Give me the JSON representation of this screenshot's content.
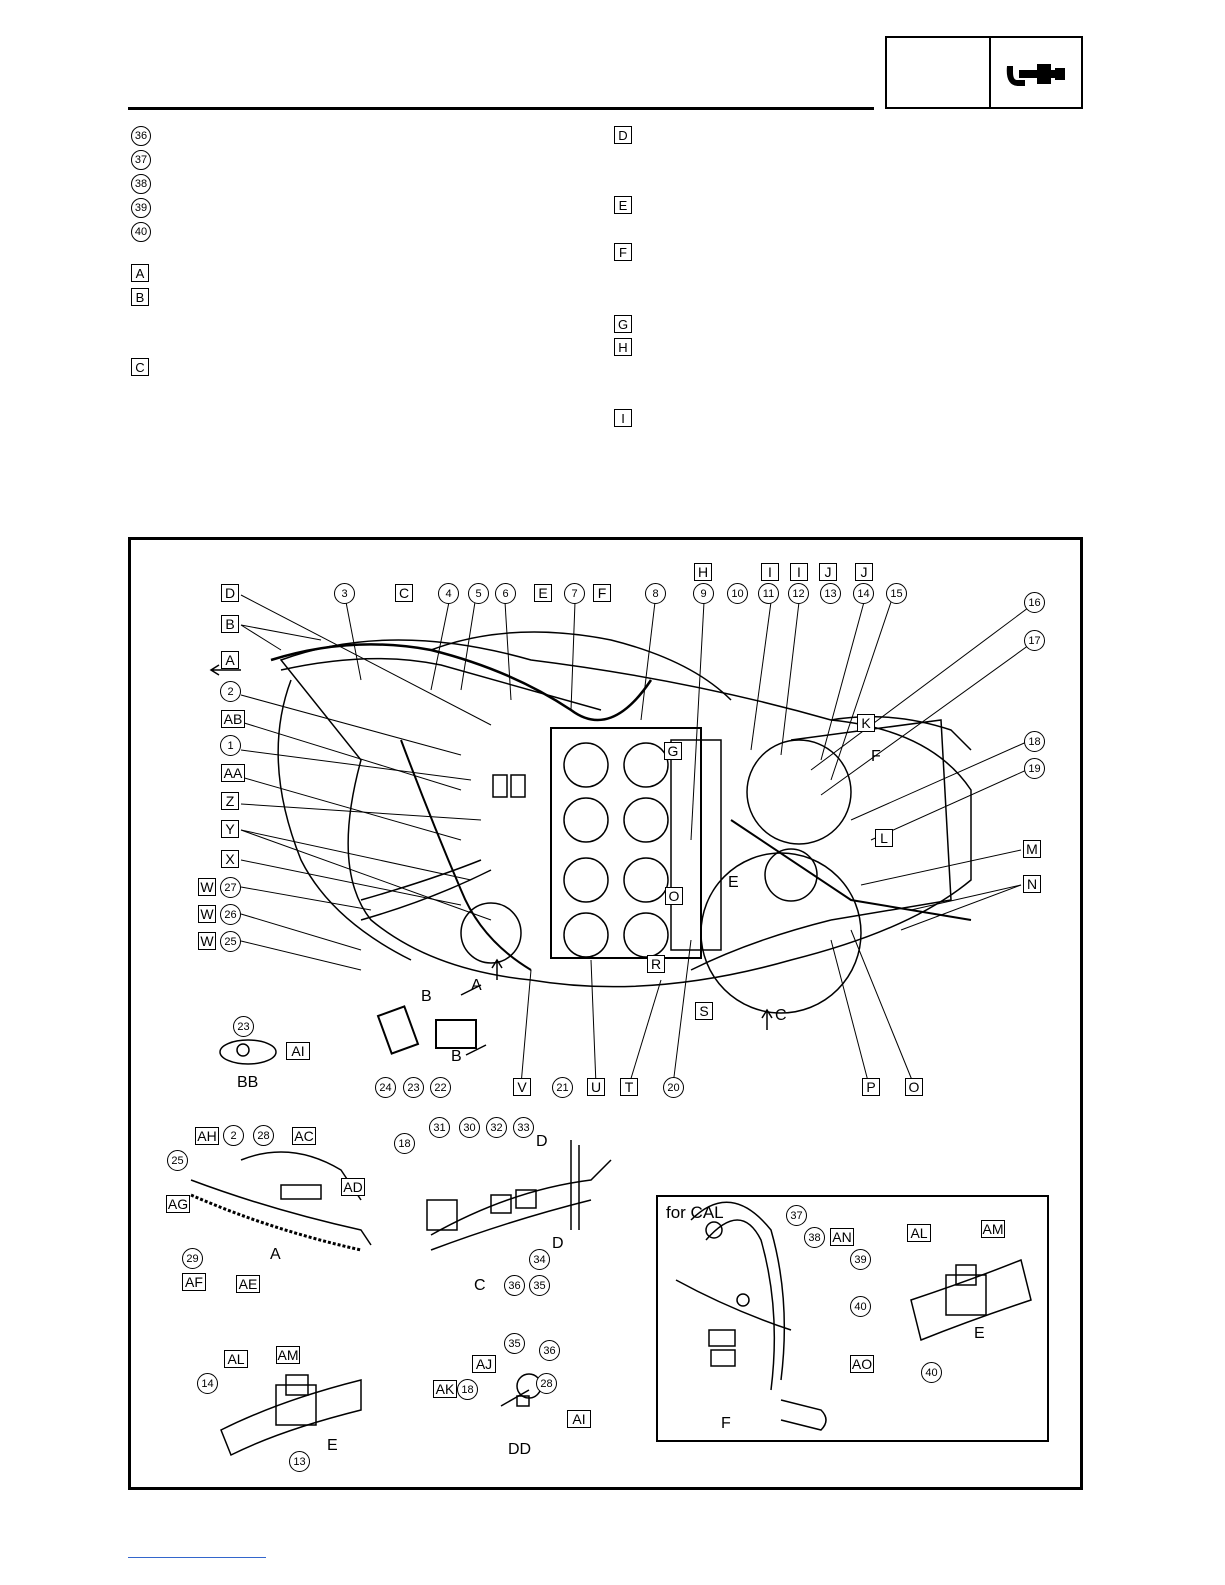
{
  "page": {
    "legend_left": [
      "36",
      "37",
      "38",
      "39",
      "40"
    ],
    "legend_left_boxes": [
      "A",
      "B",
      "C"
    ],
    "legend_right_boxes": [
      "D",
      "E",
      "F",
      "G",
      "H",
      "I"
    ]
  },
  "figure": {
    "box_labels_top": [
      "H",
      "I",
      "I",
      "J",
      "J"
    ],
    "numbers_top": [
      "3",
      "4",
      "5",
      "6",
      "7",
      "8",
      "9",
      "10",
      "11",
      "12",
      "13",
      "14",
      "15"
    ],
    "box_labels_row": [
      "D",
      "C",
      "E",
      "F"
    ],
    "left_labels": [
      "D",
      "B",
      "A",
      "2",
      "AB",
      "1",
      "AA",
      "Z",
      "Y",
      "X",
      "W",
      "W",
      "W"
    ],
    "left_numbers": [
      "27",
      "26",
      "25"
    ],
    "right_numbers": [
      "16",
      "17",
      "18",
      "19"
    ],
    "right_boxes": [
      "K",
      "L",
      "M",
      "N"
    ],
    "inner_boxes": [
      "G",
      "O",
      "R",
      "S"
    ],
    "bottom_numbers": [
      "24",
      "23",
      "22",
      "21",
      "20"
    ],
    "bottom_boxes": [
      "V",
      "U",
      "T",
      "P",
      "O"
    ],
    "view_letters": {
      "A": "A",
      "B": "B",
      "C": "C",
      "E": "E",
      "F": "F"
    },
    "bb": {
      "number": "23",
      "box": "AI",
      "caption": "BB"
    },
    "detail_a": {
      "numbers": [
        "25",
        "2",
        "28",
        "29"
      ],
      "boxes": [
        "AH",
        "AC",
        "AD",
        "AG",
        "AF",
        "AE"
      ],
      "caption": "A"
    },
    "detail_c": {
      "numbers": [
        "18",
        "31",
        "30",
        "32",
        "33",
        "36",
        "35",
        "34"
      ],
      "letters": [
        "D",
        "D"
      ],
      "caption": "C"
    },
    "detail_e1": {
      "numbers": [
        "14",
        "13"
      ],
      "boxes": [
        "AL",
        "AM"
      ],
      "caption": "E"
    },
    "detail_dd": {
      "numbers": [
        "35",
        "36",
        "18",
        "28"
      ],
      "boxes": [
        "AJ",
        "AK",
        "AI"
      ],
      "caption": "DD"
    },
    "cal_inset": {
      "title": "for CAL",
      "numbers": [
        "37",
        "38",
        "39",
        "40"
      ],
      "boxes": [
        "AN",
        "AO"
      ],
      "caption": "F"
    },
    "detail_e2": {
      "numbers": [
        "40"
      ],
      "boxes": [
        "AL",
        "AM"
      ],
      "caption": "E"
    }
  }
}
